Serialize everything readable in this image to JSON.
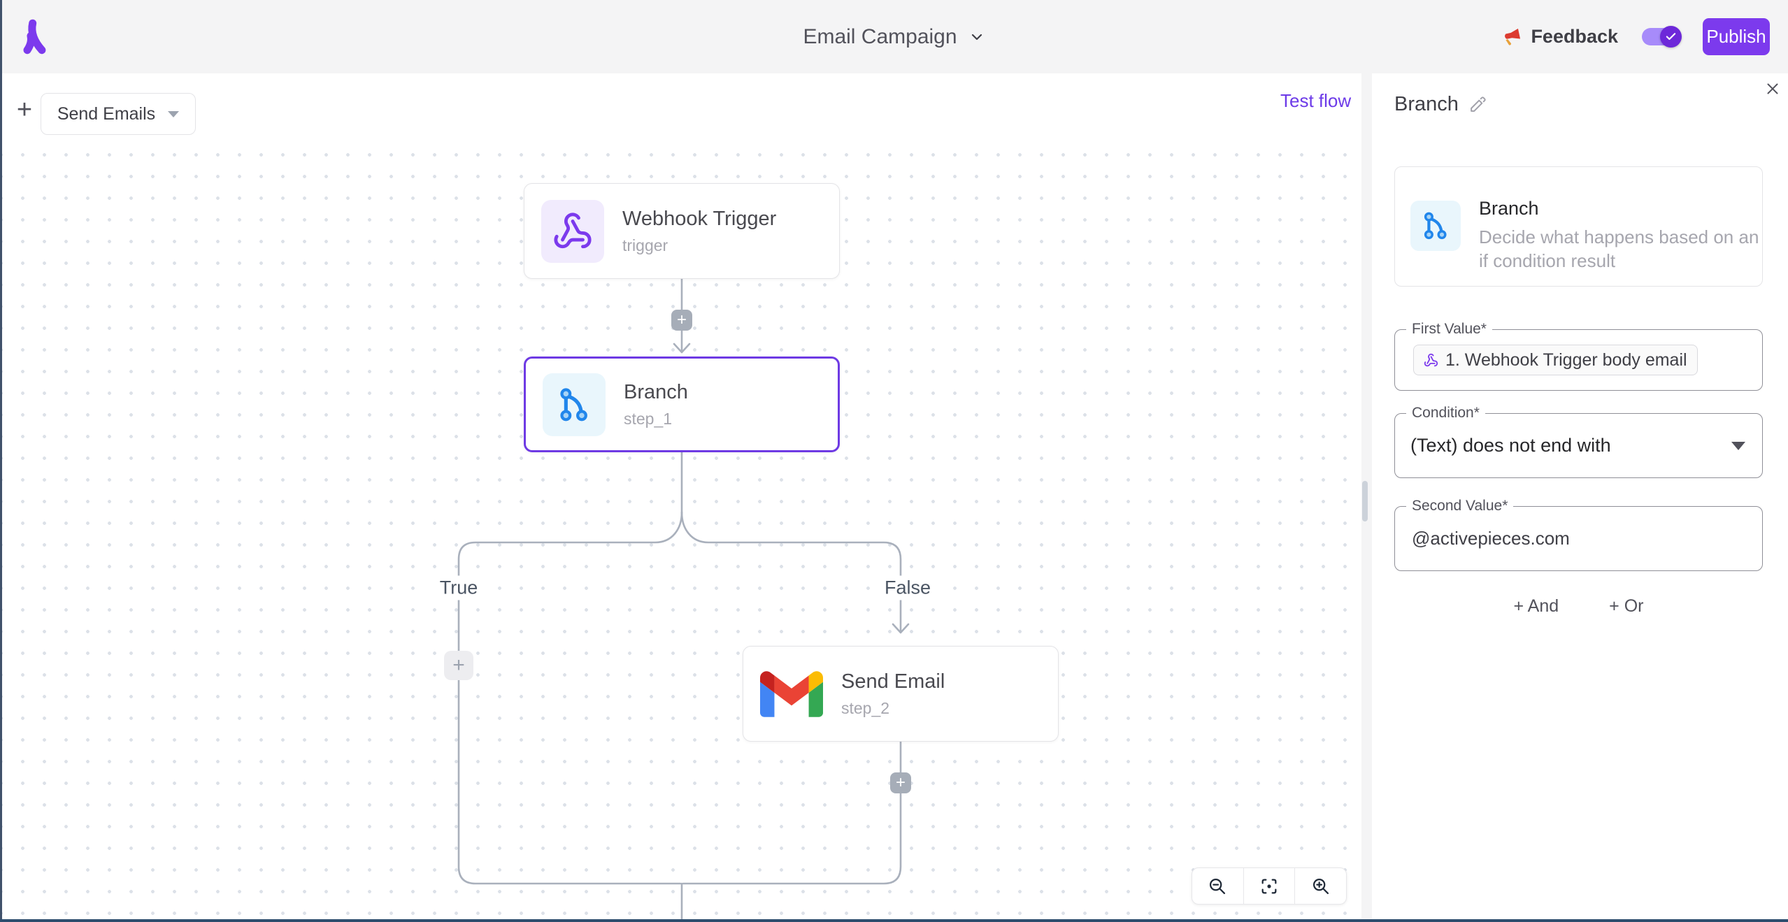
{
  "topbar": {
    "title": "Email Campaign",
    "feedback_label": "Feedback",
    "publish_label": "Publish"
  },
  "canvas": {
    "add_tab_glyph": "+",
    "tab_label": "Send Emails",
    "test_flow_label": "Test flow",
    "nodes": {
      "webhook": {
        "title": "Webhook Trigger",
        "subtitle": "trigger"
      },
      "branch": {
        "title": "Branch",
        "subtitle": "step_1"
      },
      "send_email": {
        "title": "Send Email",
        "subtitle": "step_2"
      }
    },
    "edges": {
      "label_true": "True",
      "label_false": "False"
    },
    "plus_glyph": "+"
  },
  "panel": {
    "title": "Branch",
    "piece": {
      "name": "Branch",
      "description": "Decide what happens based on an if condition result"
    },
    "fields": {
      "first_value": {
        "label": "First Value*",
        "token": "1. Webhook Trigger body email"
      },
      "condition": {
        "label": "Condition*",
        "value": "(Text) does not end with"
      },
      "second_value": {
        "label": "Second Value*",
        "value": "@activepieces.com"
      }
    },
    "buttons": {
      "and": "+ And",
      "or": "+ Or"
    }
  },
  "colors": {
    "accent": "#7c3aed",
    "selected_border": "#6e3ae4",
    "link": "#6d3be8",
    "connector": "#a9b0bc",
    "branch_icon_blue": "#2186eb",
    "gmail_red": "#EA4335",
    "gmail_blue": "#4285F4",
    "gmail_green": "#34A853",
    "gmail_yellow": "#FBBC04",
    "toggle_track": "#a78bfa",
    "toggle_thumb": "#6d28d9"
  }
}
